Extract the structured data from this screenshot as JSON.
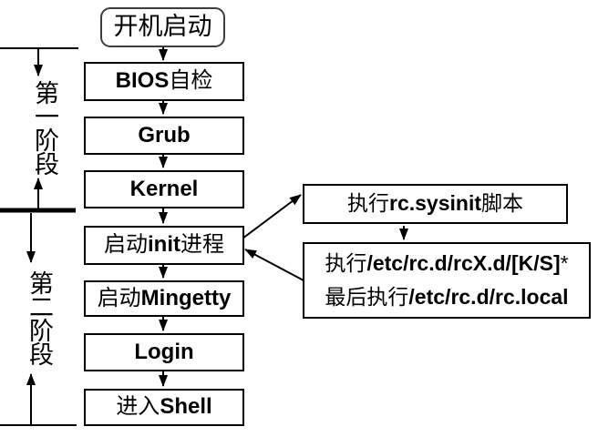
{
  "stages": {
    "first": "第一阶段",
    "second": "第二阶段"
  },
  "flow": {
    "start": "开机启动",
    "steps": [
      {
        "pre": "",
        "strong": "BIOS",
        "post": "自检"
      },
      {
        "pre": "",
        "strong": "Grub",
        "post": ""
      },
      {
        "pre": "",
        "strong": "Kernel",
        "post": ""
      },
      {
        "pre": "启动",
        "strong": "init",
        "post": "进程"
      },
      {
        "pre": "启动",
        "strong": "Mingetty",
        "post": ""
      },
      {
        "pre": "",
        "strong": "Login",
        "post": ""
      },
      {
        "pre": "进入",
        "strong": "Shell",
        "post": ""
      }
    ]
  },
  "side": {
    "sysinit": {
      "pre": "执行",
      "strong": "rc.sysinit",
      "post": "脚本"
    },
    "rcd_line1": {
      "pre": "执行",
      "strong": "/etc/rc.d/rcX.d/[K/S]",
      "post": "*"
    },
    "rcd_line2": {
      "pre": "最后执行",
      "strong": "/etc/rc.d/rc.local",
      "post": ""
    }
  },
  "colors": {
    "line": "#000000",
    "box_border": "#000000",
    "start_border": "#3d3d3d",
    "background": "#ffffff",
    "text": "#000000"
  }
}
